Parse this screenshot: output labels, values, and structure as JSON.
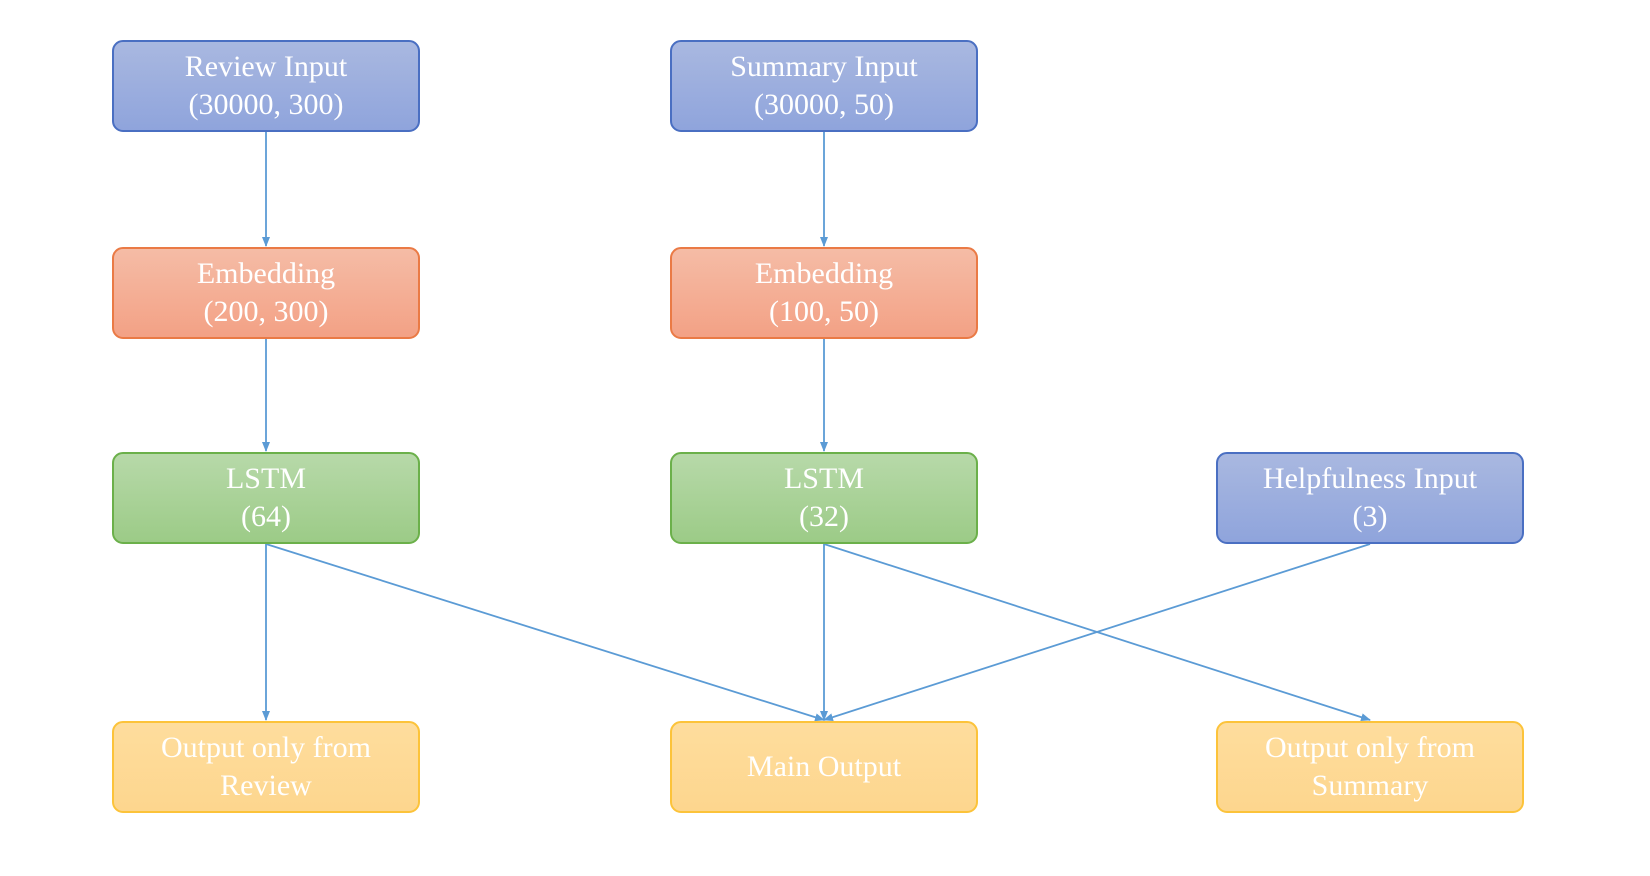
{
  "colors": {
    "input_fill": "#9aaedd",
    "input_border": "#4a6fc2",
    "embedding_fill": "#f4ad93",
    "embedding_border": "#ea7a45",
    "lstm_fill": "#a9d296",
    "lstm_border": "#6bb04a",
    "output_fill": "#fdd995",
    "output_border": "#fcc33a",
    "edge": "#5b9bd5"
  },
  "nodes": {
    "review_input": {
      "line1": "Review Input",
      "line2": "(30000, 300)"
    },
    "summary_input": {
      "line1": "Summary Input",
      "line2": "(30000, 50)"
    },
    "review_embedding": {
      "line1": "Embedding",
      "line2": "(200, 300)"
    },
    "summary_embedding": {
      "line1": "Embedding",
      "line2": "(100, 50)"
    },
    "review_lstm": {
      "line1": "LSTM",
      "line2": "(64)"
    },
    "summary_lstm": {
      "line1": "LSTM",
      "line2": "(32)"
    },
    "helpfulness_input": {
      "line1": "Helpfulness Input",
      "line2": "(3)"
    },
    "output_review": {
      "line1": "Output only from",
      "line2": "Review"
    },
    "main_output": {
      "line1": "Main Output"
    },
    "output_summary": {
      "line1": "Output only from",
      "line2": "Summary"
    }
  },
  "edges": [
    {
      "from": "review_input",
      "to": "review_embedding"
    },
    {
      "from": "review_embedding",
      "to": "review_lstm"
    },
    {
      "from": "review_lstm",
      "to": "output_review"
    },
    {
      "from": "review_lstm",
      "to": "main_output"
    },
    {
      "from": "summary_input",
      "to": "summary_embedding"
    },
    {
      "from": "summary_embedding",
      "to": "summary_lstm"
    },
    {
      "from": "summary_lstm",
      "to": "main_output"
    },
    {
      "from": "summary_lstm",
      "to": "output_summary"
    },
    {
      "from": "helpfulness_input",
      "to": "main_output"
    }
  ]
}
